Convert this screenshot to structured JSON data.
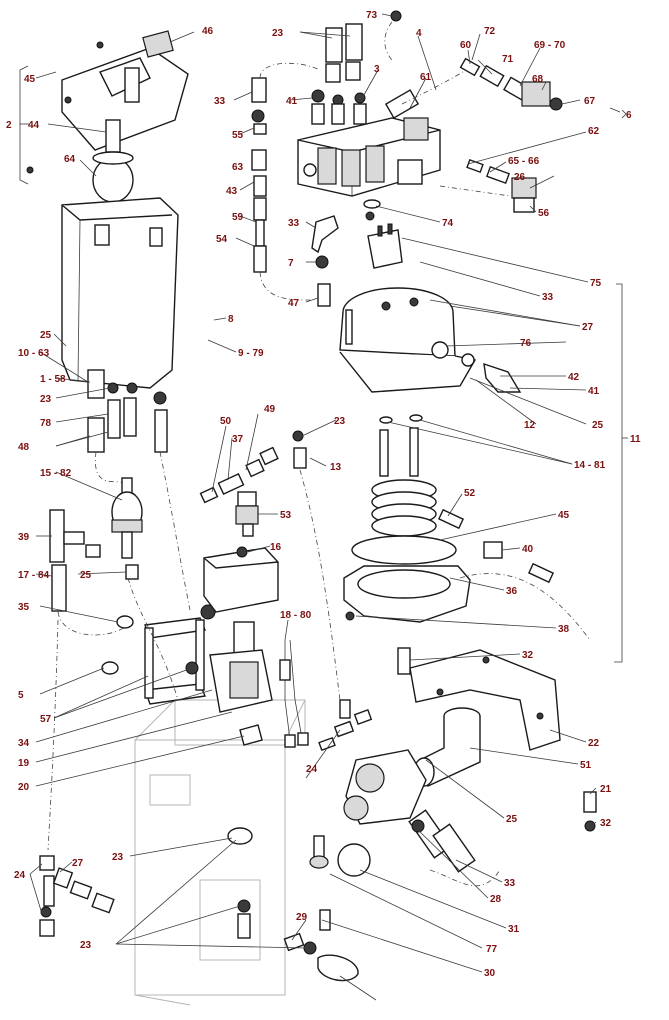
{
  "colors": {
    "callout": "#7a1010",
    "line": "#1a1a1a",
    "ghost": "#b5b5b5"
  },
  "callouts": [
    "73",
    "23",
    "72",
    "60",
    "71",
    "69 - 70",
    "46",
    "45",
    "4",
    "3",
    "68",
    "67",
    "6",
    "41",
    "33",
    "61",
    "2",
    "44",
    "62",
    "55",
    "63",
    "65 - 66",
    "26",
    "43",
    "64",
    "56",
    "59",
    "74",
    "33",
    "54",
    "75",
    "7",
    "33",
    "47",
    "8",
    "27",
    "25",
    "9 - 79",
    "76",
    "10 - 63",
    "42",
    "1 - 58",
    "11",
    "41",
    "23",
    "78",
    "12",
    "25",
    "48",
    "50",
    "49",
    "37",
    "23",
    "13",
    "14 - 81",
    "52",
    "53",
    "15 - 82",
    "45",
    "16",
    "40",
    "39",
    "25",
    "17 - 84",
    "36",
    "35",
    "18 - 80",
    "38",
    "5",
    "32",
    "57",
    "22",
    "34",
    "19",
    "51",
    "20",
    "21",
    "32",
    "23",
    "24",
    "25",
    "33",
    "24",
    "27",
    "28",
    "31",
    "23",
    "29",
    "77",
    "30"
  ]
}
